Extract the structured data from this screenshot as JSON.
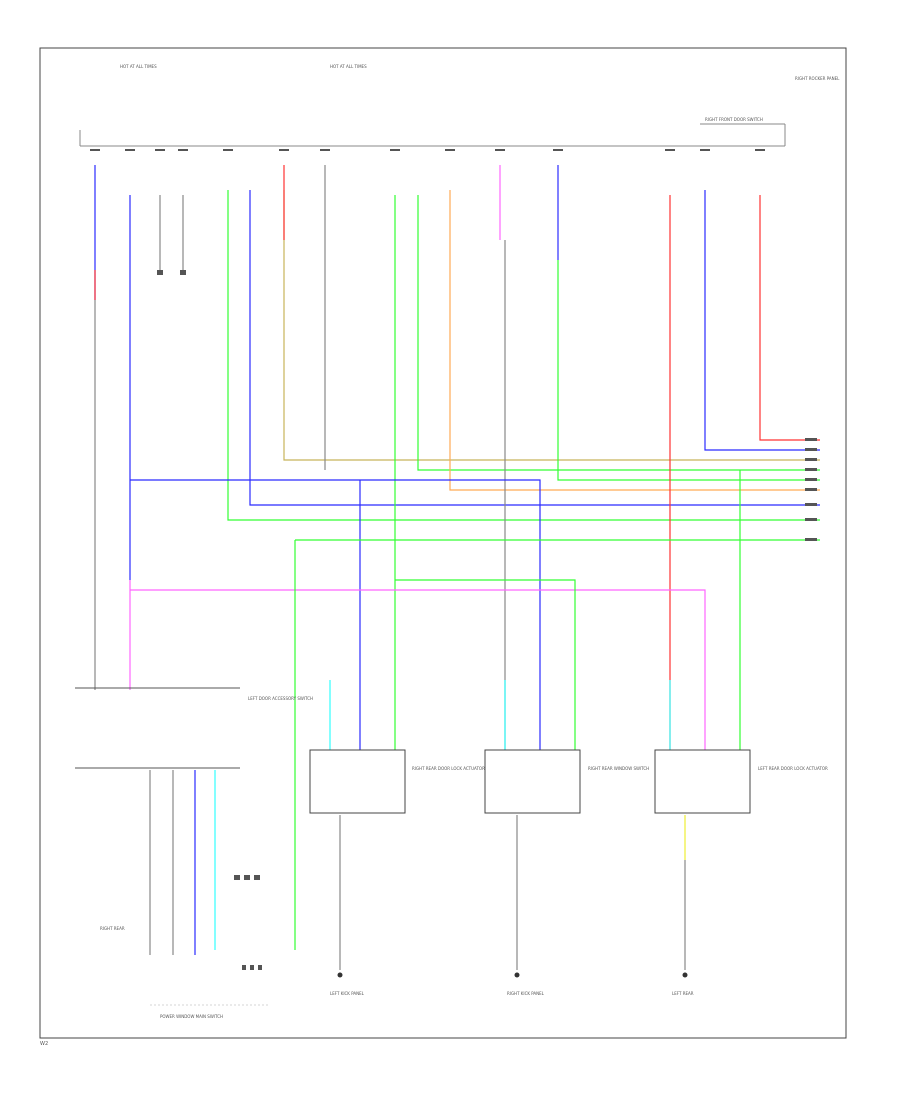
{
  "colors": {
    "blue": "#2b2bff",
    "green": "#33ff33",
    "red": "#ff3333",
    "pink": "#ff66ff",
    "orange": "#ffaa55",
    "cyan": "#33ffff",
    "yellow": "#eeee33",
    "gray": "#888888",
    "olive": "#c8b45a",
    "black": "#333333"
  },
  "labels": {
    "fuse_left": "HOT AT ALL TIMES",
    "fuse_mid": "HOT AT ALL TIMES",
    "top_right": "RIGHT FRONT DOOR SWITCH",
    "connector_right": "RIGHT ROCKER PANEL",
    "left_module": "LEFT DOOR ACCESSORY SWITCH",
    "sw1": "RIGHT REAR DOOR LOCK ACTUATOR",
    "sw2": "RIGHT REAR WINDOW SWITCH",
    "sw3": "LEFT REAR DOOR LOCK ACTUATOR",
    "bottom_note": "POWER WINDOW MAIN SWITCH",
    "gnd1": "LEFT KICK PANEL",
    "gnd2": "RIGHT KICK PANEL",
    "gnd3": "LEFT REAR",
    "gnd4": "RIGHT REAR"
  },
  "footer_code": "W2"
}
